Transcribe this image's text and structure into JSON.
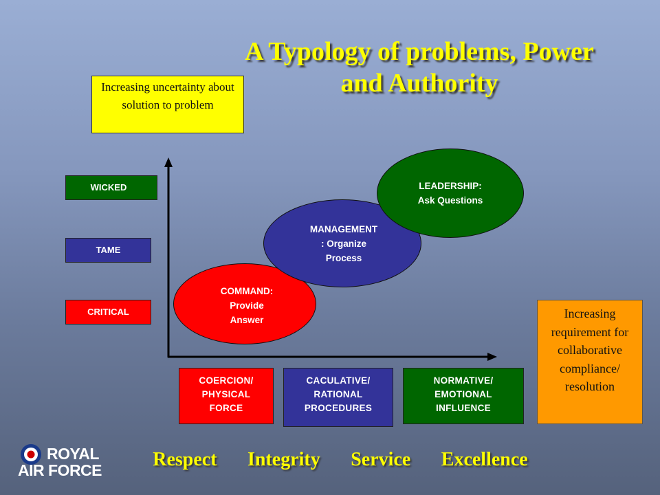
{
  "title": {
    "line1": "A Typology of problems, Power",
    "line2": "and Authority"
  },
  "y_axis_label": "Increasing uncertainty about solution to problem",
  "x_axis_label": "Increasing requirement for collaborative compliance/ resolution",
  "problem_types": [
    "WICKED",
    "TAME",
    "CRITICAL"
  ],
  "power_types": [
    [
      "COERCION/",
      "PHYSICAL",
      "FORCE"
    ],
    [
      "CACULATIVE/",
      "RATIONAL",
      "PROCEDURES"
    ],
    [
      "NORMATIVE/",
      "EMOTIONAL",
      "INFLUENCE"
    ]
  ],
  "authority_modes": {
    "command": [
      "COMMAND:",
      "Provide",
      "Answer"
    ],
    "management": [
      "MANAGEMENT",
      ": Organize",
      "Process"
    ],
    "leadership": [
      "LEADERSHIP:",
      "Ask Questions"
    ]
  },
  "values": [
    "Respect",
    "Integrity",
    "Service",
    "Excellence"
  ],
  "logo": {
    "line1": "ROYAL",
    "line2": "AIR FORCE",
    "roundel_colors": [
      "#1a3a8a",
      "#ffffff",
      "#cc0000"
    ]
  },
  "colors": {
    "red": "#ff0000",
    "blue": "#333399",
    "green": "#006600",
    "yellow": "#ffff00",
    "orange": "#ff9900"
  },
  "icons": [
    "raf-roundel-icon"
  ]
}
